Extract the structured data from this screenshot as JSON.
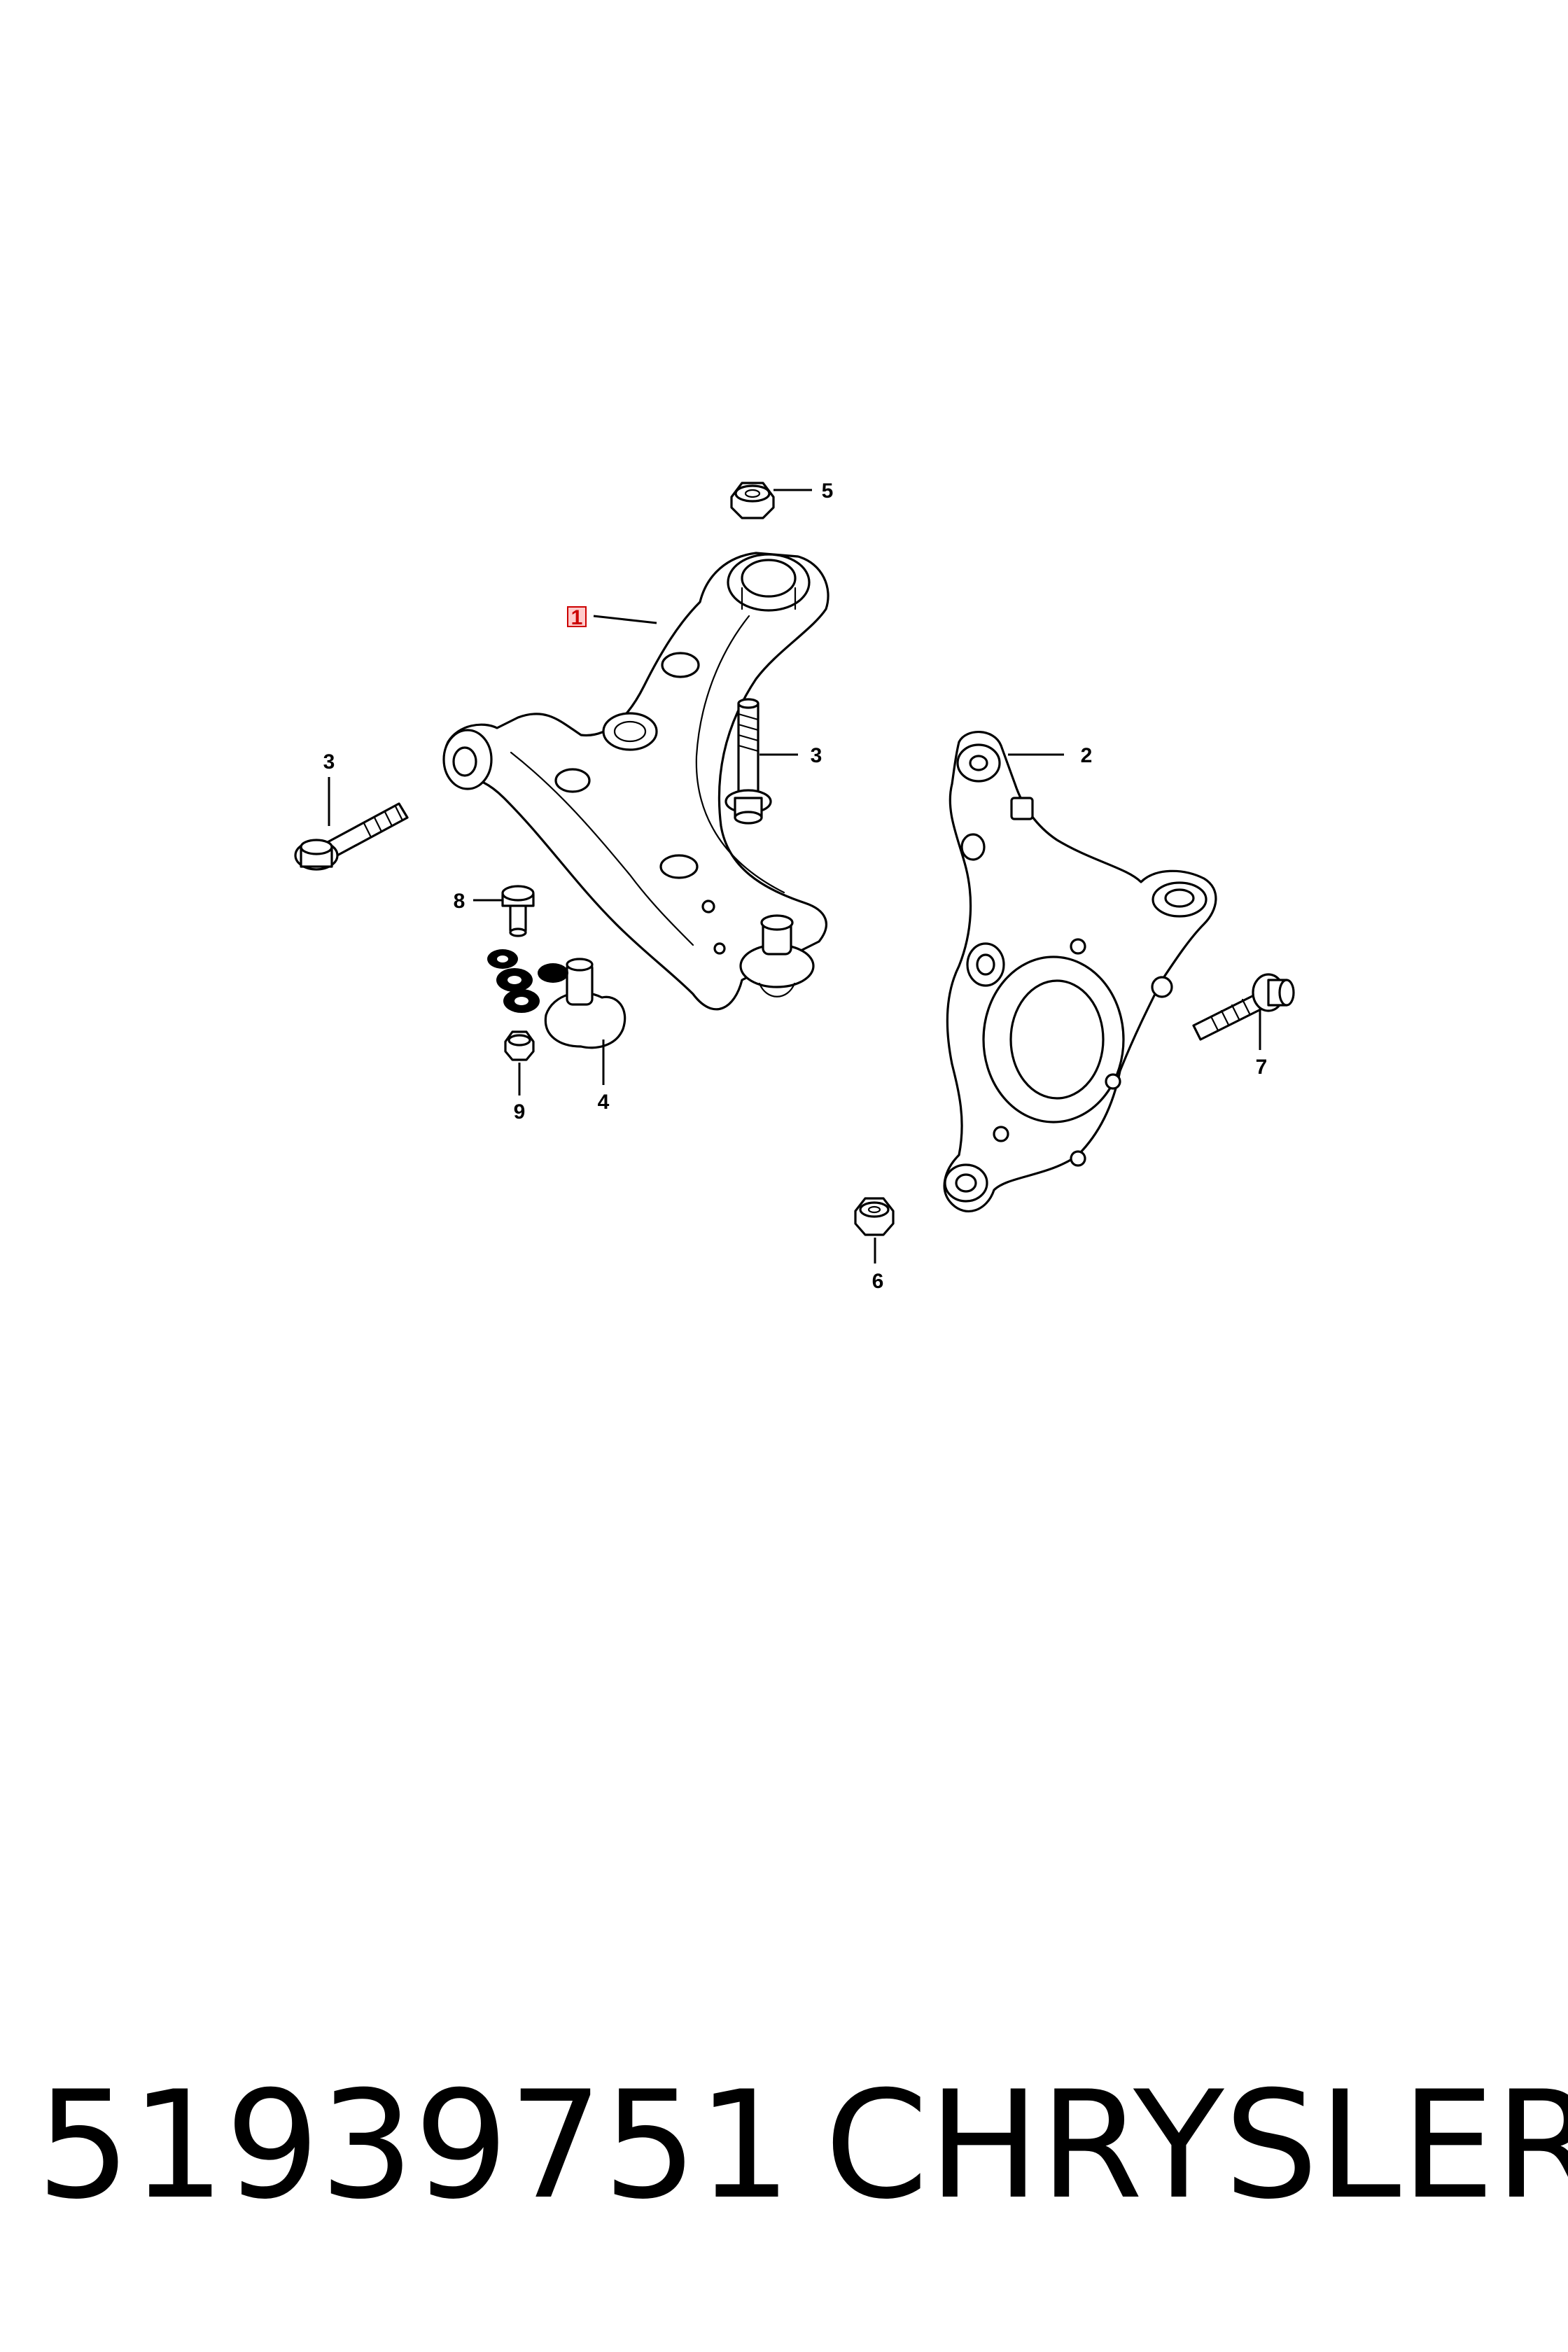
{
  "callouts": [
    {
      "id": "1",
      "highlighted": true
    },
    {
      "id": "2"
    },
    {
      "id": "3"
    },
    {
      "id": "3"
    },
    {
      "id": "4"
    },
    {
      "id": "5"
    },
    {
      "id": "6"
    },
    {
      "id": "7"
    },
    {
      "id": "8"
    },
    {
      "id": "9"
    }
  ],
  "footer": {
    "part_number": "51939751",
    "brand": "CHRYSLER"
  },
  "colors": {
    "line": "#000000",
    "background": "#ffffff",
    "highlight": "#cc0000"
  }
}
